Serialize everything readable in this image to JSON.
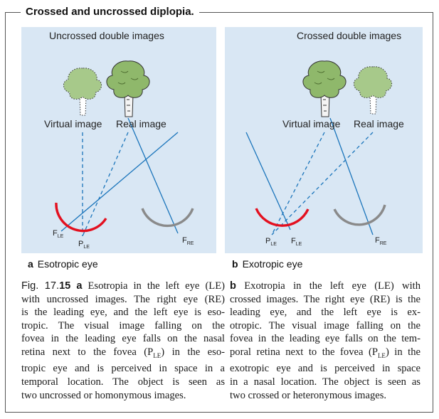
{
  "box_title": "Crossed and uncrossed diplopia.",
  "panel_a": {
    "heading": "Uncrossed double images",
    "virtual_label": "Virtual image",
    "real_label": "Real image",
    "letter": "a",
    "caption_label": "Esotropic eye",
    "f_le": "F",
    "f_le_sub": "LE",
    "p_le": "P",
    "p_le_sub": "LE",
    "f_re": "F",
    "f_re_sub": "RE"
  },
  "panel_b": {
    "heading": "Crossed double images",
    "virtual_label": "Virtual image",
    "real_label": "Real image",
    "letter": "b",
    "caption_label": "Exotropic eye",
    "f_le": "F",
    "f_le_sub": "LE",
    "p_le": "P",
    "p_le_sub": "LE",
    "f_re": "F",
    "f_re_sub": "RE"
  },
  "caption_a": {
    "fig_prefix": "Fig. 17.",
    "fig_num": "15",
    "lead": "a",
    "line1": "Esotropia in the left eye (LE)",
    "line2": "with uncrossed images. The right eye (RE)",
    "line3": "is the leading eye, and the left eye is eso-",
    "line4": "tropic. The visual image falling on the",
    "line5": "fovea in the leading eye falls on the nasal",
    "line6": "retina next to the fovea (P",
    "line6_sub": "LE",
    "line6_end": ") in the eso-",
    "line7": "tropic eye and is perceived in space in a",
    "line8": "temporal location. The object is seen as",
    "line9": "two uncrossed or homonymous images."
  },
  "caption_b": {
    "lead": "b",
    "line1": "Exotropia in the left eye (LE) with",
    "line2": "crossed images. The right eye (RE) is the",
    "line3": "leading eye, and the left eye is ex-",
    "line4": "otropic. The visual image falling on the",
    "line5": "fovea in the leading eye falls on the tem-",
    "line6": "poral retina next to the fovea (P",
    "line6_sub": "LE",
    "line6_end": ") in the",
    "line7": "exotropic eye and is perceived in space",
    "line8": "in a nasal location. The object is seen as",
    "line9": "two crossed or heteronymous images."
  },
  "colors": {
    "panel_bg": "#d9e7f4",
    "ray": "#1b75bb",
    "eye_left": "#e3101f",
    "eye_right": "#8a8a8a",
    "tree_foliage": "#8fb86b",
    "frame": "#555555"
  },
  "icons": [
    "real-tree-icon",
    "virtual-tree-icon",
    "eye-arc-icon"
  ]
}
